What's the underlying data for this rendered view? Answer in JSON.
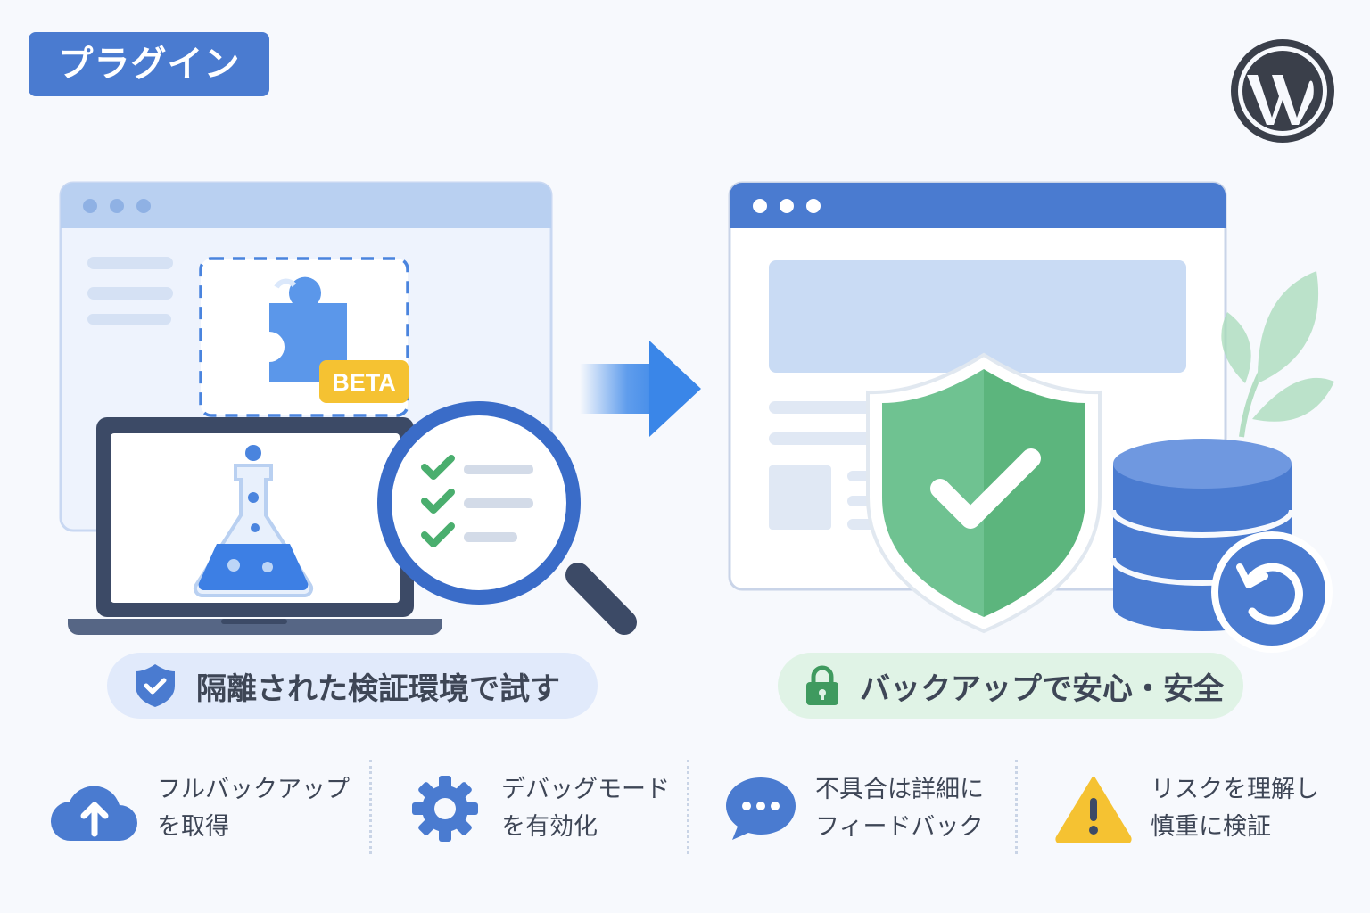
{
  "tag_label": "プラグイン",
  "beta_badge": "BETA",
  "pill_left": {
    "label": "隔離された検証環境で試す",
    "icon": "shield-check-icon"
  },
  "pill_right": {
    "label": "バックアップで安心・安全",
    "icon": "lock-icon"
  },
  "features": [
    {
      "label": "フルバックアップ\nを取得",
      "icon": "cloud-upload-icon"
    },
    {
      "label": "デバッグモード\nを有効化",
      "icon": "gear-icon"
    },
    {
      "label": "不具合は詳細に\nフィードバック",
      "icon": "chat-bubble-icon"
    },
    {
      "label": "リスクを理解し\n慎重に検証",
      "icon": "warning-icon"
    }
  ],
  "colors": {
    "primary_blue": "#4a7bd0",
    "green": "#5cb57d",
    "beta_yellow": "#f5c232",
    "dark_navy": "#3c4a66"
  }
}
